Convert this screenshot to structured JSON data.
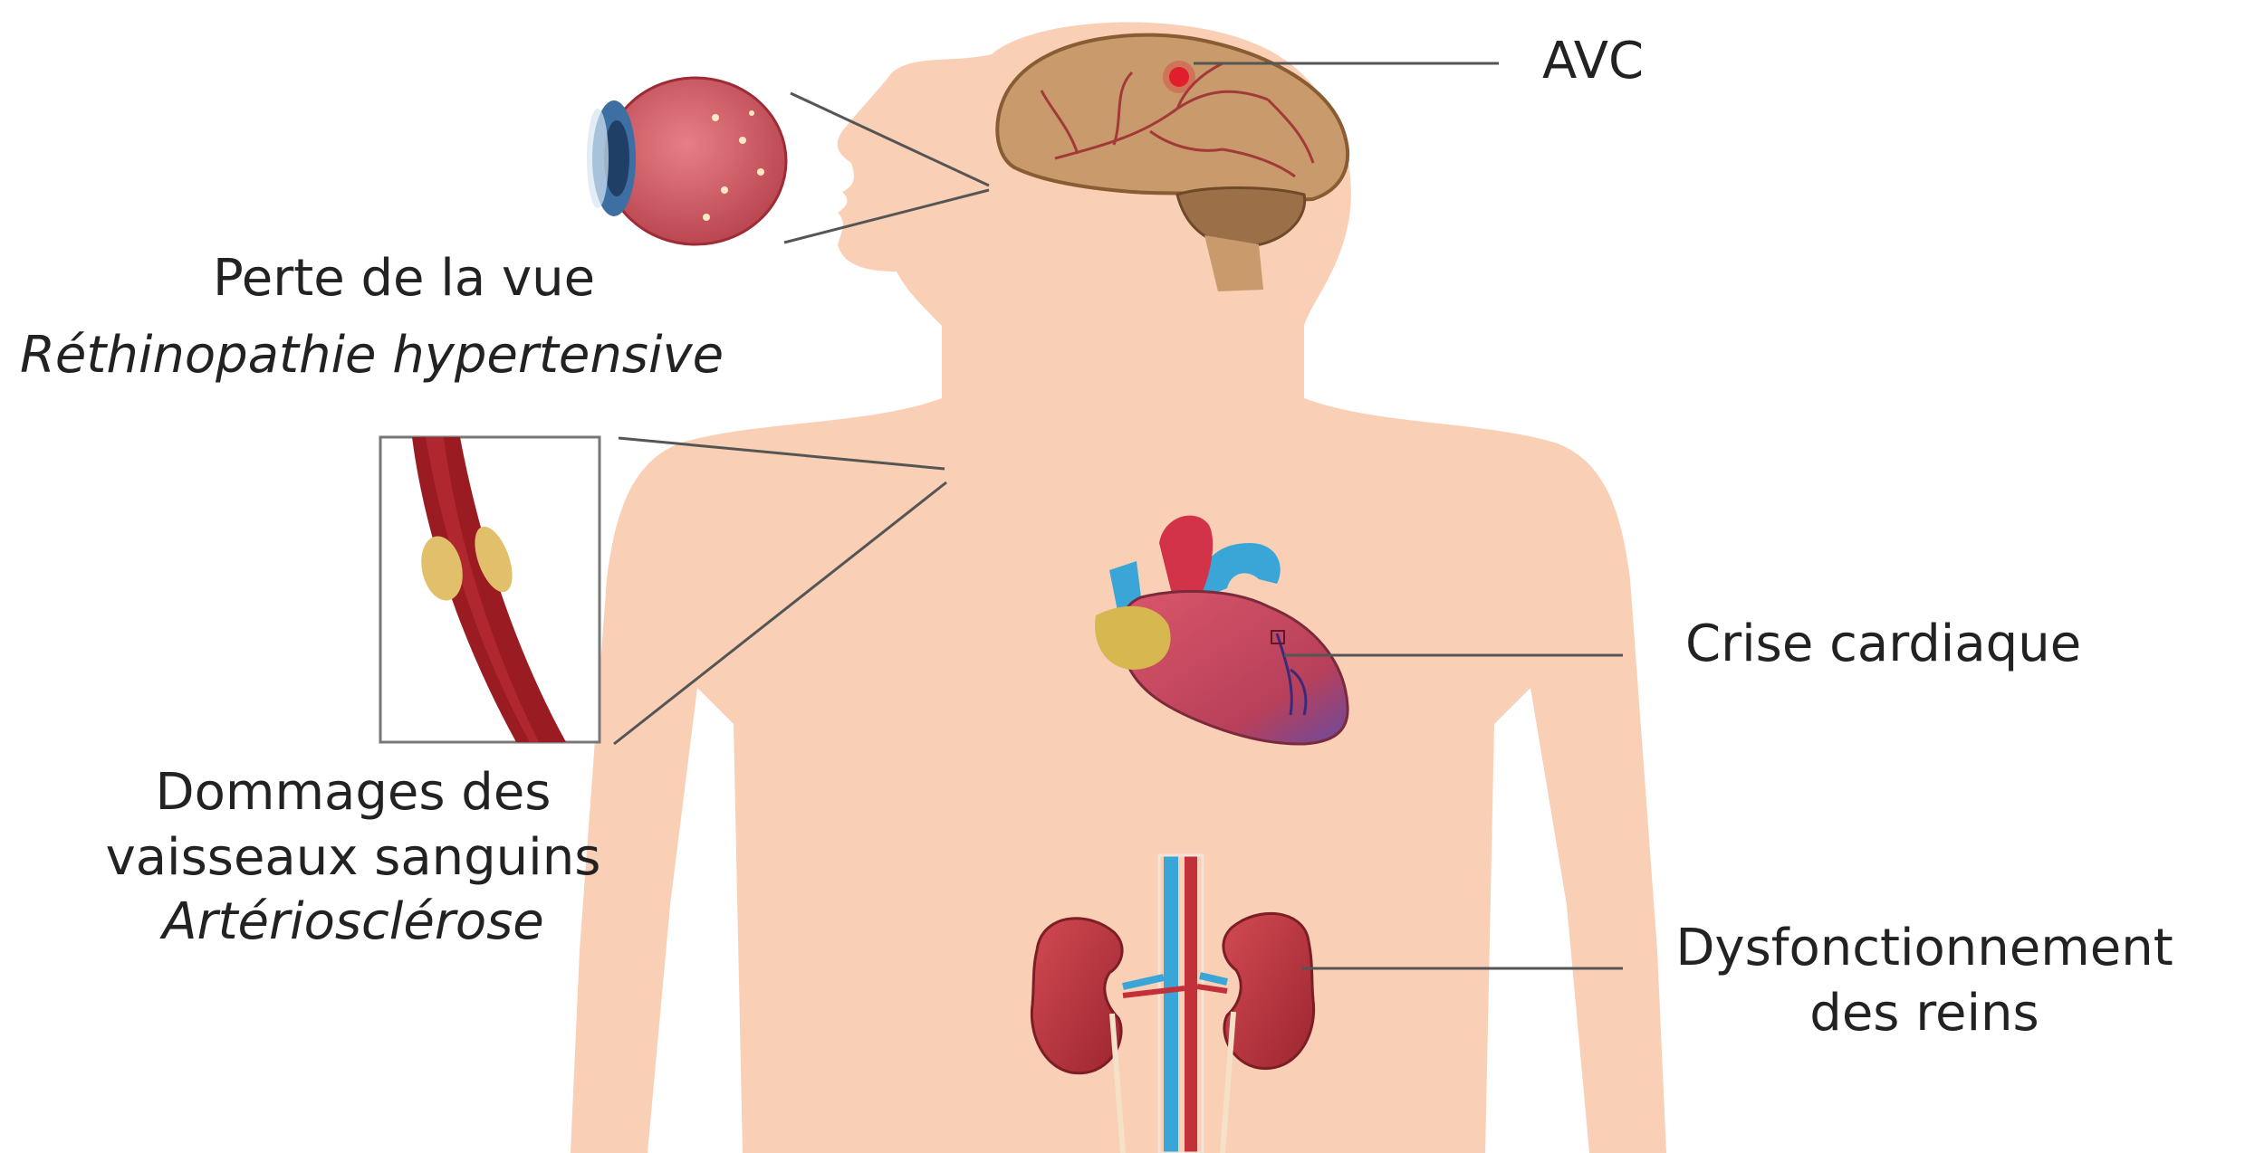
{
  "labels": {
    "stroke": "AVC",
    "vision_title": "Perte de la vue",
    "vision_subtitle": "Réthinopathie hypertensive",
    "vessels_line1": "Dommages des",
    "vessels_line2": "vaisseaux sanguins",
    "vessels_subtitle": "Artériosclérose",
    "heart": "Crise cardiaque",
    "kidney_line1": "Dysfonctionnement",
    "kidney_line2": "des reins"
  },
  "colors": {
    "skin": "#f9cfb5",
    "brain": "#c99a6c",
    "cerebellum": "#9b7048",
    "artery": "#9a1b22",
    "plaque": "#e2bf6a",
    "heart": "#c7455a",
    "aorta_blue": "#3aa6d8",
    "kidney": "#b8323a",
    "leader_line": "#555555"
  },
  "icons": [
    "brain-icon",
    "eye-icon",
    "artery-icon",
    "heart-icon",
    "kidneys-icon"
  ]
}
